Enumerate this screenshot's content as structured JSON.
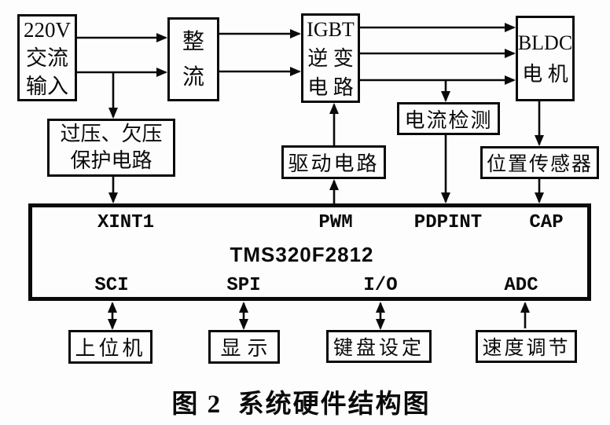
{
  "figure": {
    "caption": "图 2  系统硬件结构图",
    "blocks": {
      "ac_input": "220V\n交流\n输入",
      "rectifier": "整\n流",
      "igbt_inverter": "IGBT\n逆 变\n电 路",
      "bldc_motor": "BLDC\n电 机",
      "protection": "过压、欠压\n保护电路",
      "drive_circuit": "驱动电路",
      "current_detection": "电流检测",
      "position_sensor": "位置传感器",
      "host_computer": "上位机",
      "display": "显示",
      "keyboard_setting": "键盘设定",
      "speed_adjust": "速度调节"
    },
    "dsp": {
      "name": "TMS320F2812",
      "top_pins": [
        "XINT1",
        "PWM",
        "PDPINT",
        "CAP"
      ],
      "bottom_pins": [
        "SCI",
        "SPI",
        "I/O",
        "ADC"
      ]
    },
    "colors": {
      "line": "#0a0a0a",
      "background": "#fdfdfd",
      "text": "#0a0a0a"
    }
  }
}
